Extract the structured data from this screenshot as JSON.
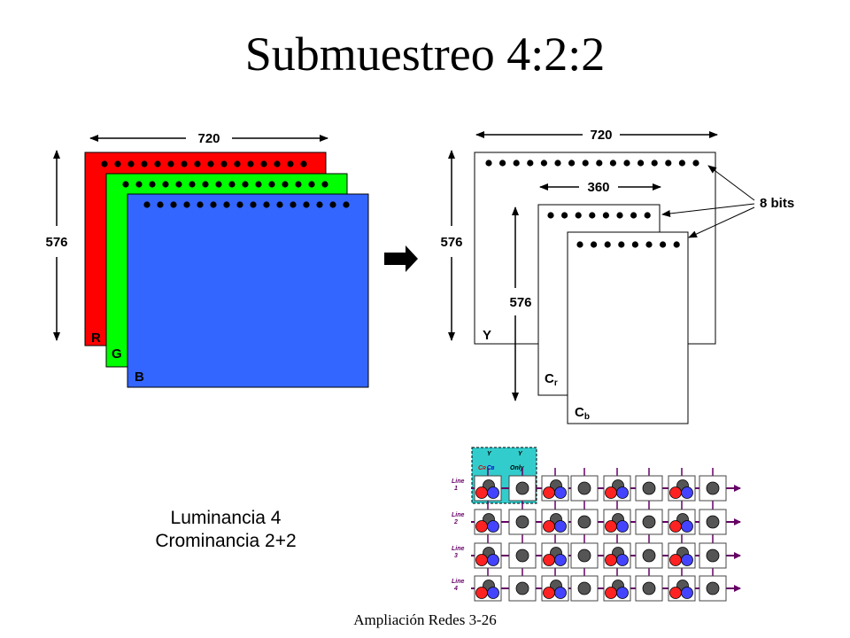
{
  "slide": {
    "title": "Submuestreo 4:2:2",
    "footer": "Ampliación Redes 3-26",
    "caption": {
      "line1": "Luminancia 4",
      "line2": "Crominancia 2+2"
    }
  },
  "rgb": {
    "width_label": "720",
    "height_label": "576",
    "planes": [
      {
        "label": "R",
        "color": "#ff0000"
      },
      {
        "label": "G",
        "color": "#00ff00"
      },
      {
        "label": "B",
        "color": "#3366ff"
      }
    ]
  },
  "arrow": {
    "icon": "right-arrow-icon"
  },
  "ycbcr": {
    "y_width_label": "720",
    "y_height_label": "576",
    "c_width_label": "360",
    "c_height_label": "576",
    "bits_label": "8 bits",
    "y_label": "Y",
    "cr_label": {
      "base": "C",
      "sub": "r"
    },
    "cb_label": {
      "base": "C",
      "sub": "b"
    }
  },
  "grid": {
    "rows": [
      "Line 1",
      "Line 2",
      "Line 3",
      "Line 4"
    ],
    "header_chroma": {
      "base": "C",
      "r": "R",
      "b": "B"
    },
    "header_y": "Y",
    "header_only": "Only",
    "colors": {
      "highlight": "#33cccc",
      "luma": "#555555",
      "cr": "#ff2222",
      "cb": "#4444ff",
      "arrow": "#660066"
    }
  }
}
